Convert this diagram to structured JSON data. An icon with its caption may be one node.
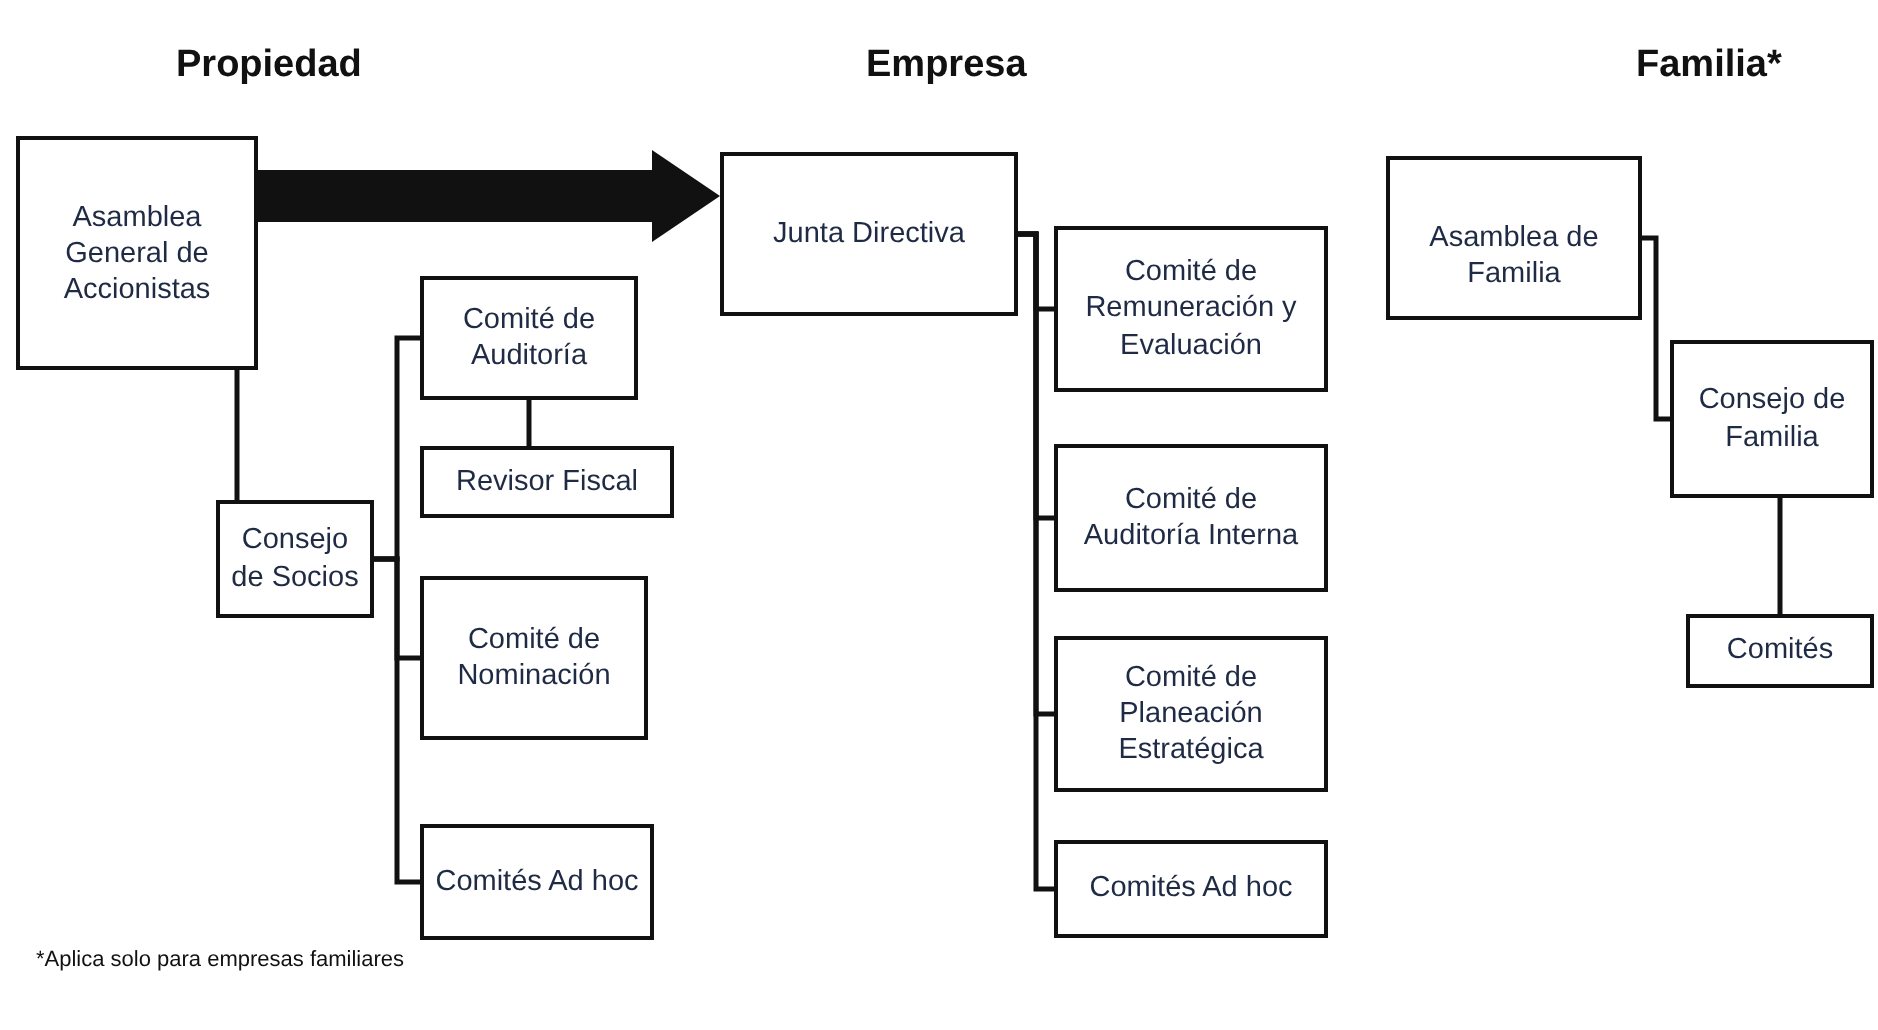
{
  "diagram": {
    "nodes": [
      {
        "text": [
          "Asamblea General de Accionistas"
        ]
      },
      {
        "text": [
          "Consejo de Socios"
        ]
      },
      {
        "text": [
          "Comité de Auditoría"
        ]
      },
      {
        "text": [
          "Revisor Fiscal"
        ]
      },
      {
        "text": [
          "Comité de Nominación"
        ]
      },
      {
        "text": [
          "Comités Ad hoc"
        ]
      },
      {
        "text": [
          "Junta Directiva"
        ]
      },
      {
        "text": [
          "Comité de Remuneración y Evaluación"
        ]
      },
      {
        "text": [
          "Comité de Auditoría Interna"
        ]
      },
      {
        "text": [
          "Comité de Planeación Estratégica"
        ]
      },
      {
        "text": [
          "Comités Ad hoc"
        ]
      },
      {
        "text": [
          "Asamblea de Familia"
        ]
      },
      {
        "text": [
          "Consejo de Familia"
        ]
      },
      {
        "text": [
          "Comités"
        ]
      }
    ],
    "edges": [
      {
        "from": 0,
        "to": 1,
        "arrow": "none"
      },
      {
        "from": 1,
        "to": 2,
        "arrow": "none"
      },
      {
        "from": 1,
        "to": 4,
        "arrow": "none"
      },
      {
        "from": 1,
        "to": 5,
        "arrow": "none"
      },
      {
        "from": 2,
        "to": 3,
        "arrow": "none"
      },
      {
        "from": 0,
        "to": 6,
        "arrow": "to",
        "style": "thick"
      },
      {
        "from": 6,
        "to": 7,
        "arrow": "none"
      },
      {
        "from": 6,
        "to": 8,
        "arrow": "none"
      },
      {
        "from": 6,
        "to": 9,
        "arrow": "none"
      },
      {
        "from": 6,
        "to": 10,
        "arrow": "none"
      },
      {
        "from": 11,
        "to": 12,
        "arrow": "none"
      },
      {
        "from": 12,
        "to": 13,
        "arrow": "none"
      }
    ],
    "labels": [
      "Propiedad",
      "Empresa",
      "Familia*",
      "*Aplica solo para empresas familiares"
    ]
  }
}
